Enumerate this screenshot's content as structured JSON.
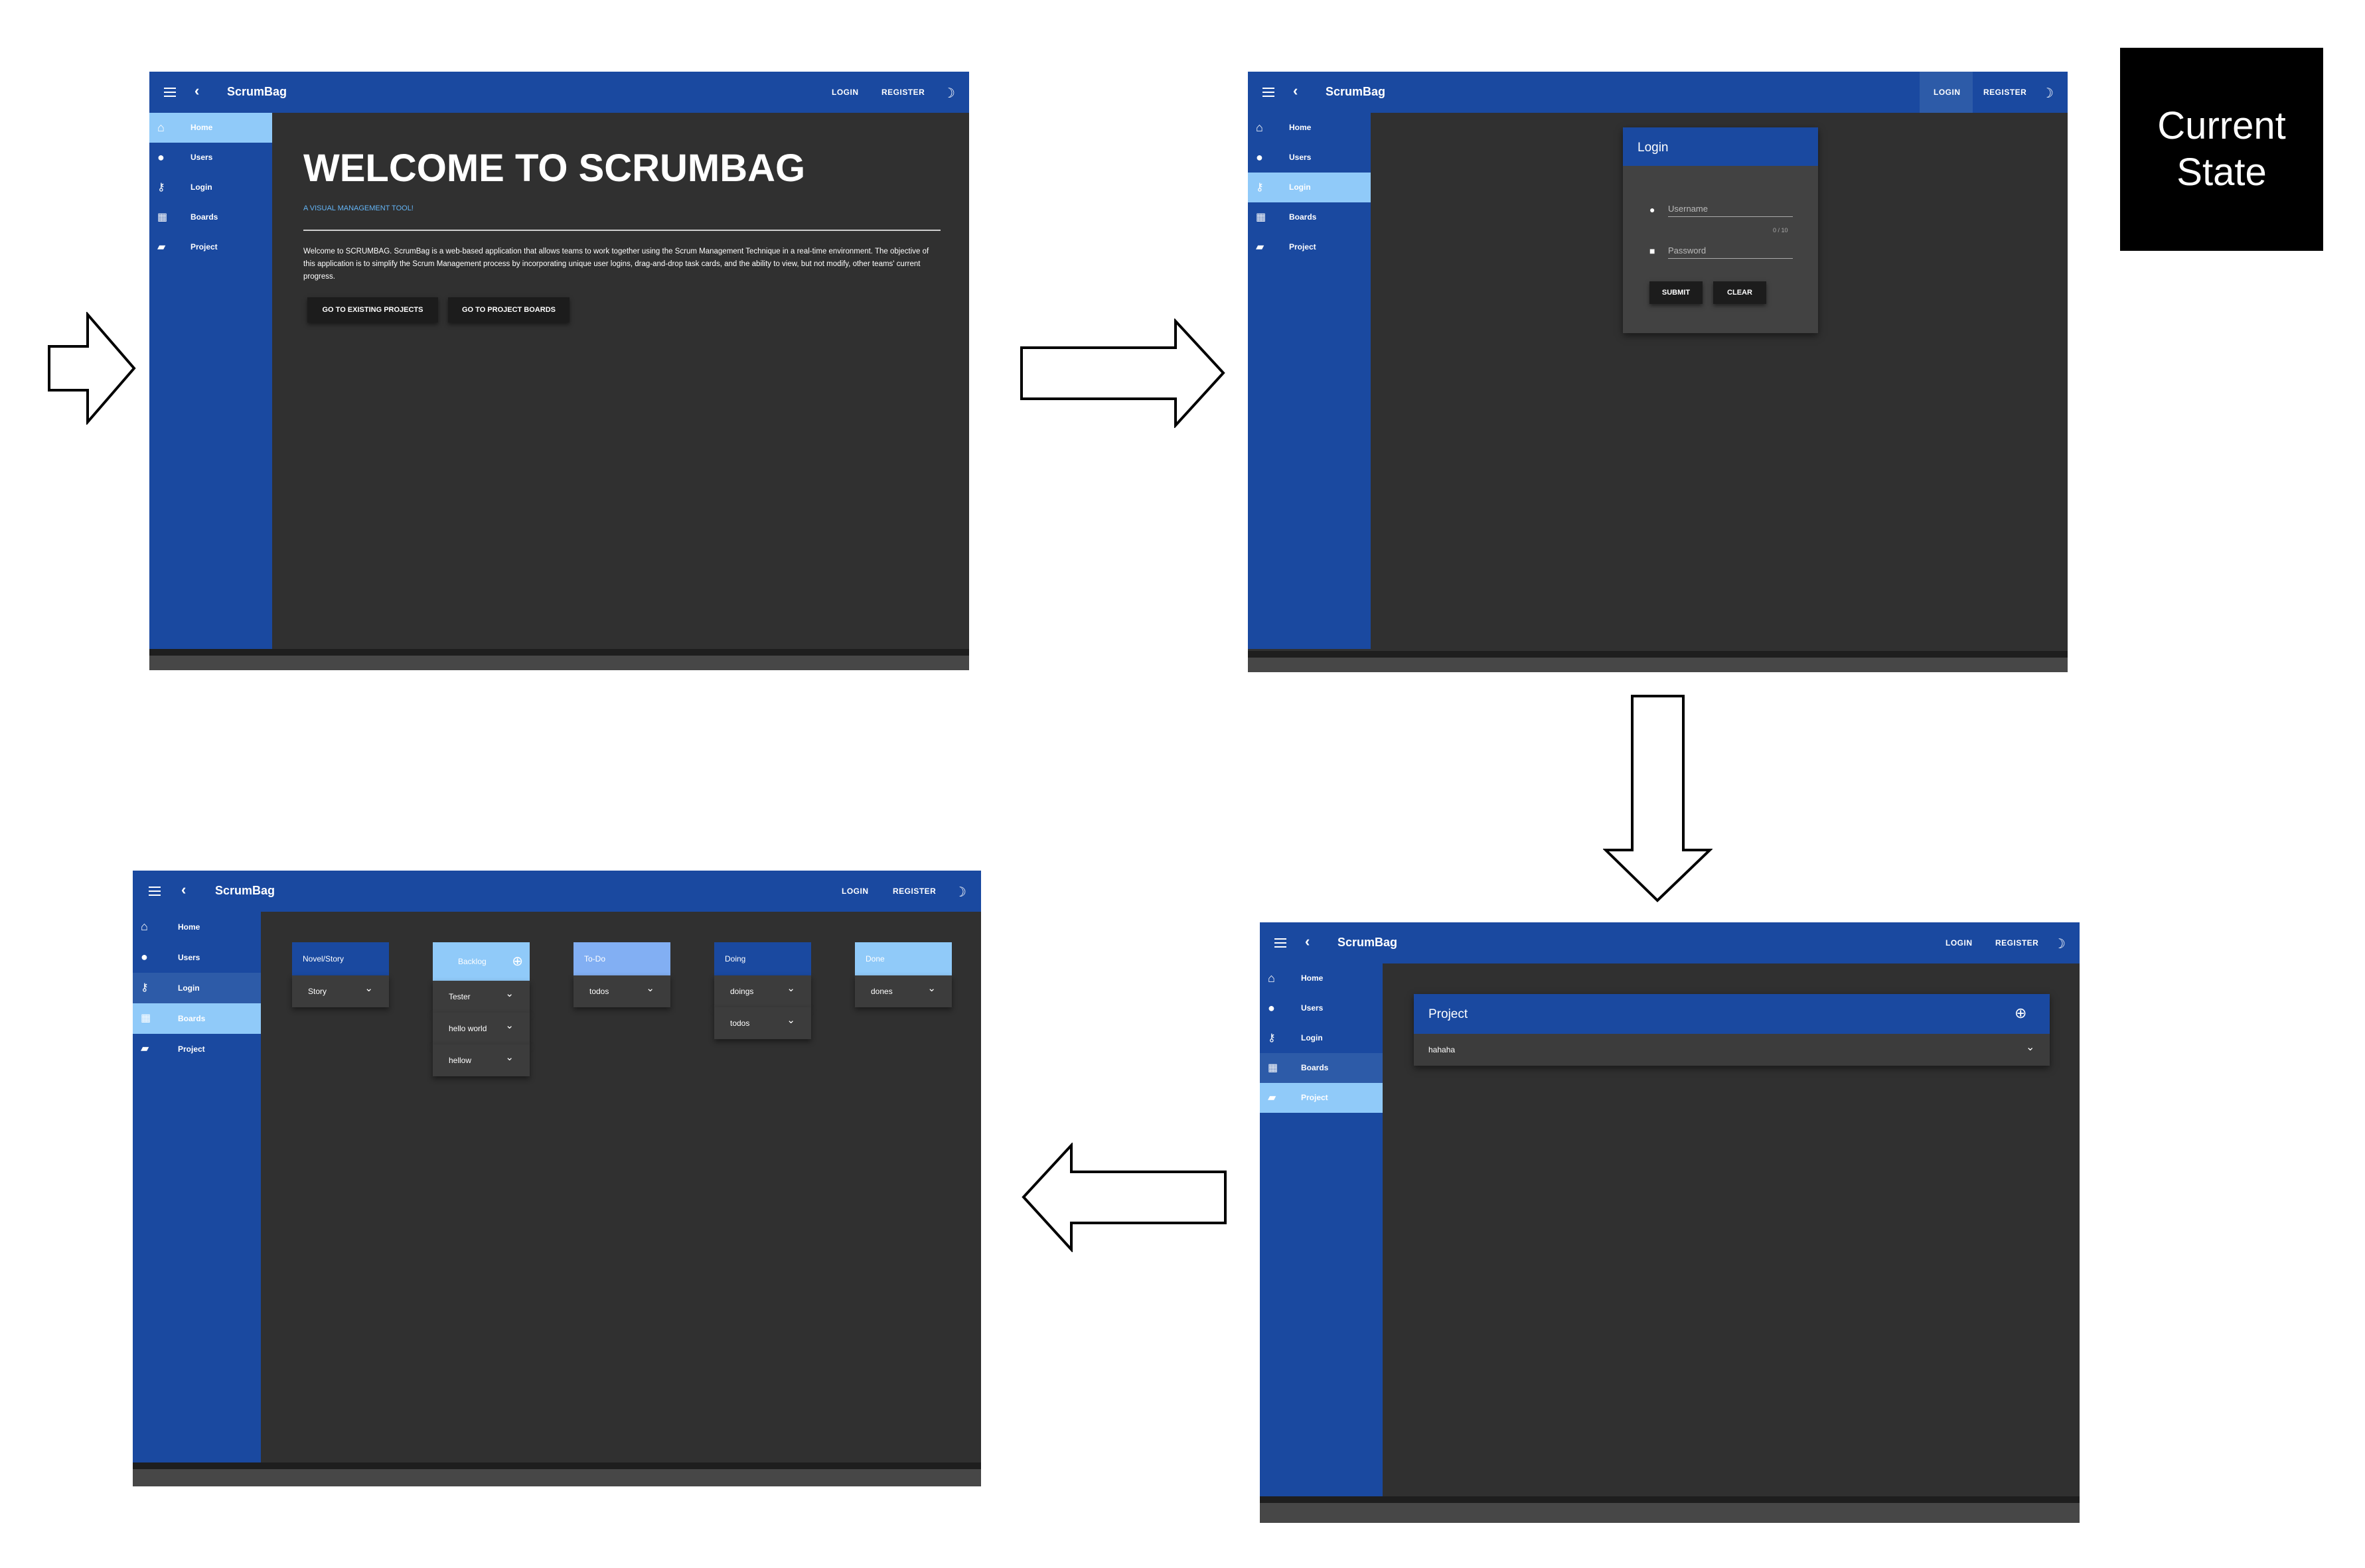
{
  "app": {
    "title": "ScrumBag",
    "login_label": "LOGIN",
    "register_label": "REGISTER",
    "nav": [
      "Home",
      "Users",
      "Login",
      "Boards",
      "Project"
    ],
    "colors": {
      "primary": "#1a49a0",
      "active": "#90caf9",
      "background": "#303030"
    }
  },
  "state_label": "Current State",
  "home": {
    "heading": "WELCOME TO SCRUMBAG",
    "subtitle": "A VISUAL MANAGEMENT TOOL!",
    "description": "Welcome to SCRUMBAG. ScrumBag is a web-based application that allows teams to work together using the Scrum Management Technique in a real-time environment. The objective of this application is to simplify the Scrum Management process by incorporating unique user logins, drag-and-drop task cards, and the ability to view, but not modify, other teams' current progress.",
    "btn_projects": "GO TO EXISTING PROJECTS",
    "btn_boards": "GO TO PROJECT BOARDS"
  },
  "login": {
    "card_title": "Login",
    "username_placeholder": "Username",
    "counter": "0 / 10",
    "password_placeholder": "Password",
    "submit": "SUBMIT",
    "clear": "CLEAR"
  },
  "project": {
    "panel_title": "Project",
    "item": "hahaha"
  },
  "boards": {
    "columns": [
      {
        "title": "Novel/Story",
        "items": [
          "Story"
        ]
      },
      {
        "title": "Backlog",
        "items": [
          "Tester",
          "hello world",
          "hellow"
        ]
      },
      {
        "title": "To-Do",
        "items": [
          "todos"
        ]
      },
      {
        "title": "Doing",
        "items": [
          "doings",
          "todos"
        ]
      },
      {
        "title": "Done",
        "items": [
          "dones"
        ]
      }
    ]
  }
}
